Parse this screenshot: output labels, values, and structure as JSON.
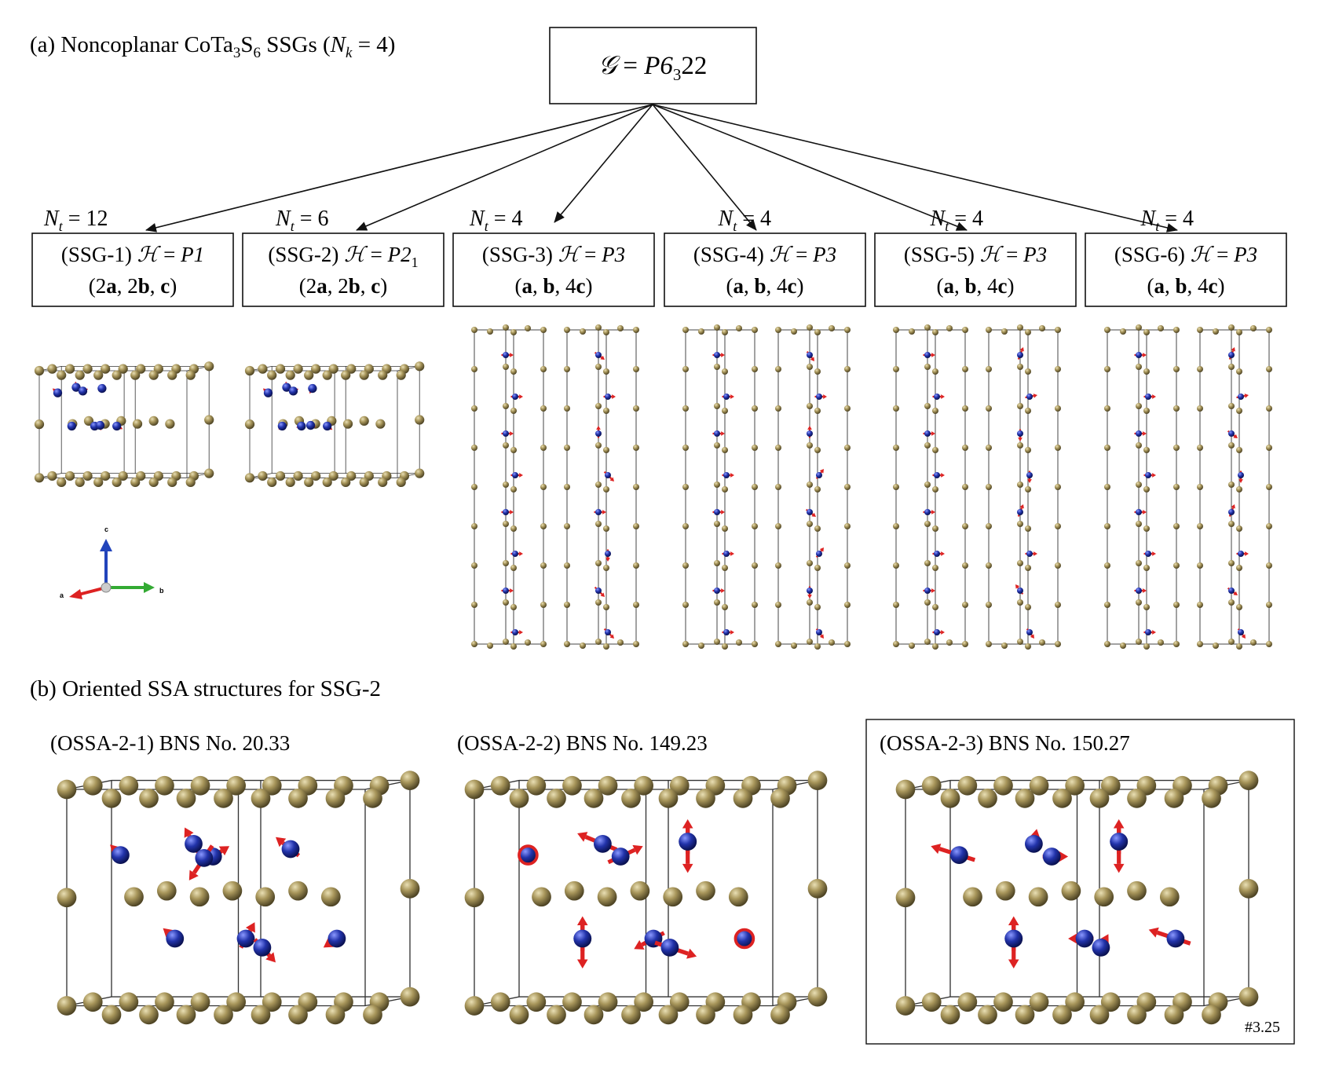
{
  "panel_a": {
    "title_prefix": "(a) Noncoplanar ",
    "title_compound": "CoTa",
    "title_sub1": "3",
    "title_s": "S",
    "title_sub2": "6",
    "title_suffix": " SSGs (",
    "title_nk": "N",
    "title_nk_sub": "k",
    "title_nk_val": " = 4)",
    "root_G": "𝒢",
    "root_eq": " = ",
    "root_group": "P6",
    "root_group_sub": "3",
    "root_group_tail": "22",
    "groups": [
      {
        "nt_label": "N",
        "nt_sub": "t",
        "nt_val": " = 12",
        "id": "(SSG-1)",
        "h": "ℋ",
        "h_eq": " = ",
        "h_group": "P1",
        "h_sub": "",
        "cell": "(2a, 2b, c)"
      },
      {
        "nt_label": "N",
        "nt_sub": "t",
        "nt_val": " = 6",
        "id": "(SSG-2)",
        "h": "ℋ",
        "h_eq": " = ",
        "h_group": "P2",
        "h_sub": "1",
        "cell": "(2a, 2b, c)"
      },
      {
        "nt_label": "N",
        "nt_sub": "t",
        "nt_val": " = 4",
        "id": "(SSG-3)",
        "h": "ℋ",
        "h_eq": " = ",
        "h_group": "P3",
        "h_sub": "",
        "cell": "(a, b, 4c)"
      },
      {
        "nt_label": "N",
        "nt_sub": "t",
        "nt_val": " = 4",
        "id": "(SSG-4)",
        "h": "ℋ",
        "h_eq": " = ",
        "h_group": "P3",
        "h_sub": "",
        "cell": "(a, b, 4c)"
      },
      {
        "nt_label": "N",
        "nt_sub": "t",
        "nt_val": " = 4",
        "id": "(SSG-5)",
        "h": "ℋ",
        "h_eq": " = ",
        "h_group": "P3",
        "h_sub": "",
        "cell": "(a, b, 4c)"
      },
      {
        "nt_label": "N",
        "nt_sub": "t",
        "nt_val": " = 4",
        "id": "(SSG-6)",
        "h": "ℋ",
        "h_eq": " = ",
        "h_group": "P3",
        "h_sub": "",
        "cell": "(a, b, 4c)"
      }
    ],
    "axes": {
      "a": "a",
      "b": "b",
      "c": "c"
    }
  },
  "panel_b": {
    "title": "(b) Oriented SSA structures for SSG-2",
    "structures": [
      {
        "label": "(OSSA-2-1) BNS No. 20.33"
      },
      {
        "label": "(OSSA-2-2) BNS No. 149.23"
      },
      {
        "label": "(OSSA-2-3) BNS No. 150.27"
      }
    ],
    "corner_tag": "#3.25"
  },
  "colors": {
    "ta_atom": "#9a8a55",
    "co_atom": "#2233aa",
    "spin_arrow": "#dd2222",
    "axis_a": "#dd2222",
    "axis_b": "#33aa33",
    "axis_c": "#2244bb",
    "line": "#222222"
  }
}
